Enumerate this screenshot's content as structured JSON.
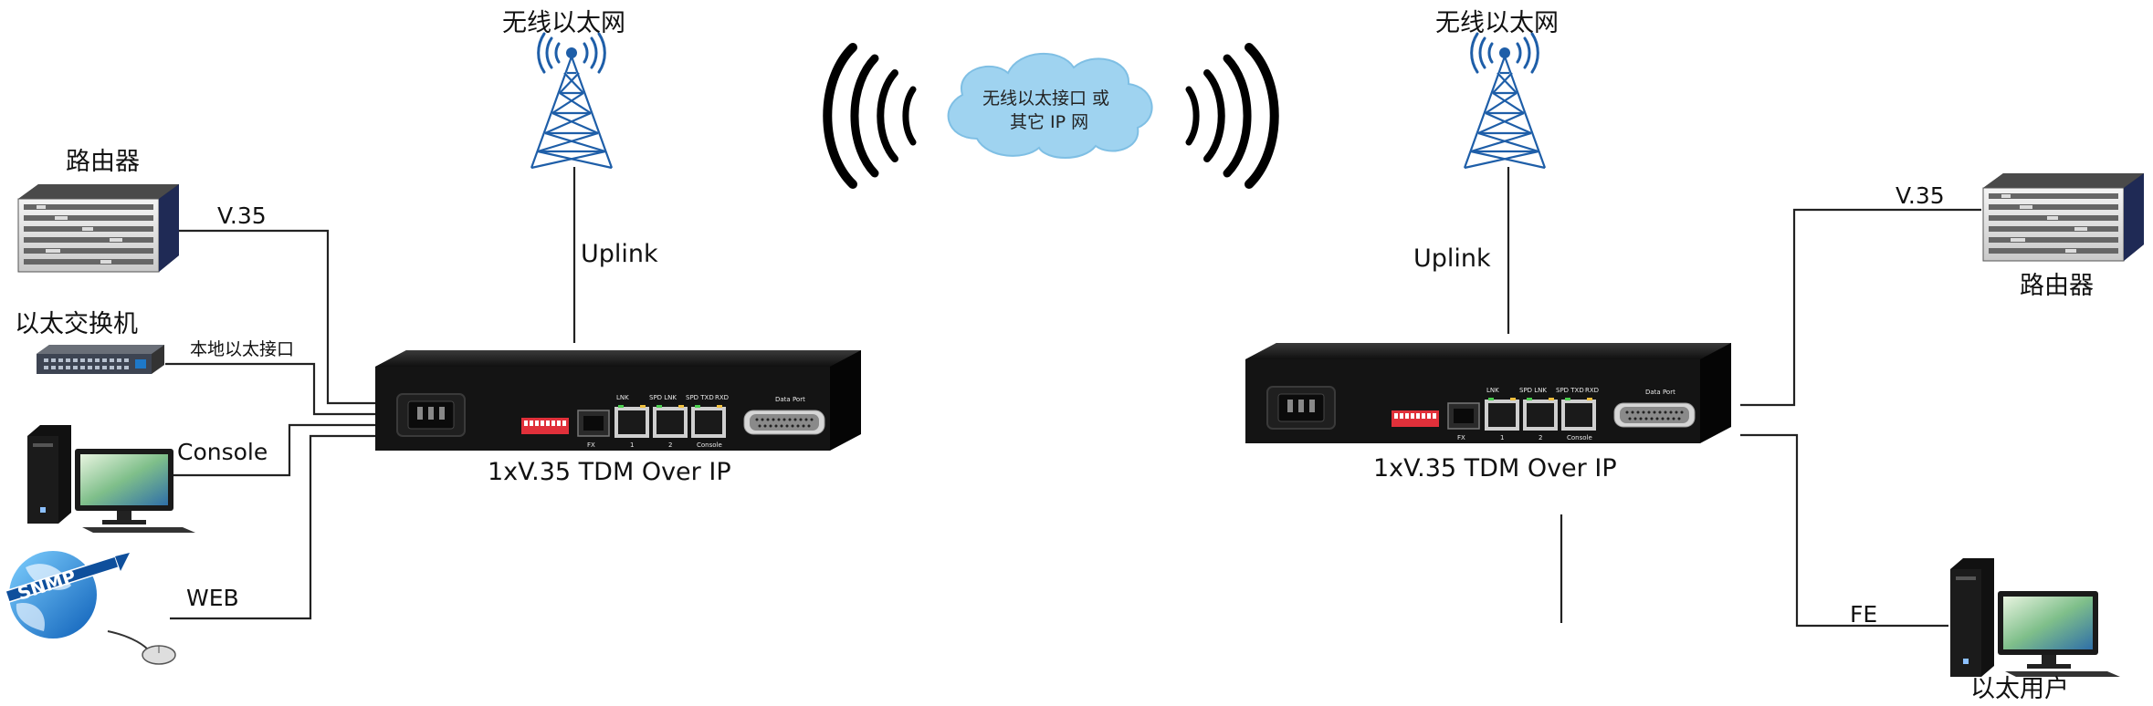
{
  "labels": {
    "wireless_left": "无线以太网",
    "wireless_right": "无线以太网",
    "cloud_line1": "无线以太接口 或",
    "cloud_line2": "其它 IP 网",
    "uplink_left": "Uplink",
    "uplink_right": "Uplink",
    "router_left": "路由器",
    "router_right": "路由器",
    "v35_left": "V.35",
    "v35_right": "V.35",
    "switch": "以太交换机",
    "local_eth": "本地以太接口",
    "console": "Console",
    "web": "WEB",
    "fe": "FE",
    "eth_user": "以太用户",
    "device_left": "1xV.35 TDM Over IP",
    "device_right": "1xV.35 TDM Over IP",
    "snmp": "SNMP"
  },
  "panel": {
    "link": "LNK",
    "spd_lnk": "SPD LNK",
    "spd_txd": "SPD TXD",
    "rxd": "RXD",
    "data_port": "Data Port",
    "fx": "FX",
    "port1": "1",
    "port2": "2",
    "console": "Console"
  },
  "colors": {
    "device_body": "#141414",
    "dip_switch": "#e0303a",
    "cloud": "#9fd3f0",
    "tower": "#1e5ea8",
    "wire": "#222222"
  }
}
